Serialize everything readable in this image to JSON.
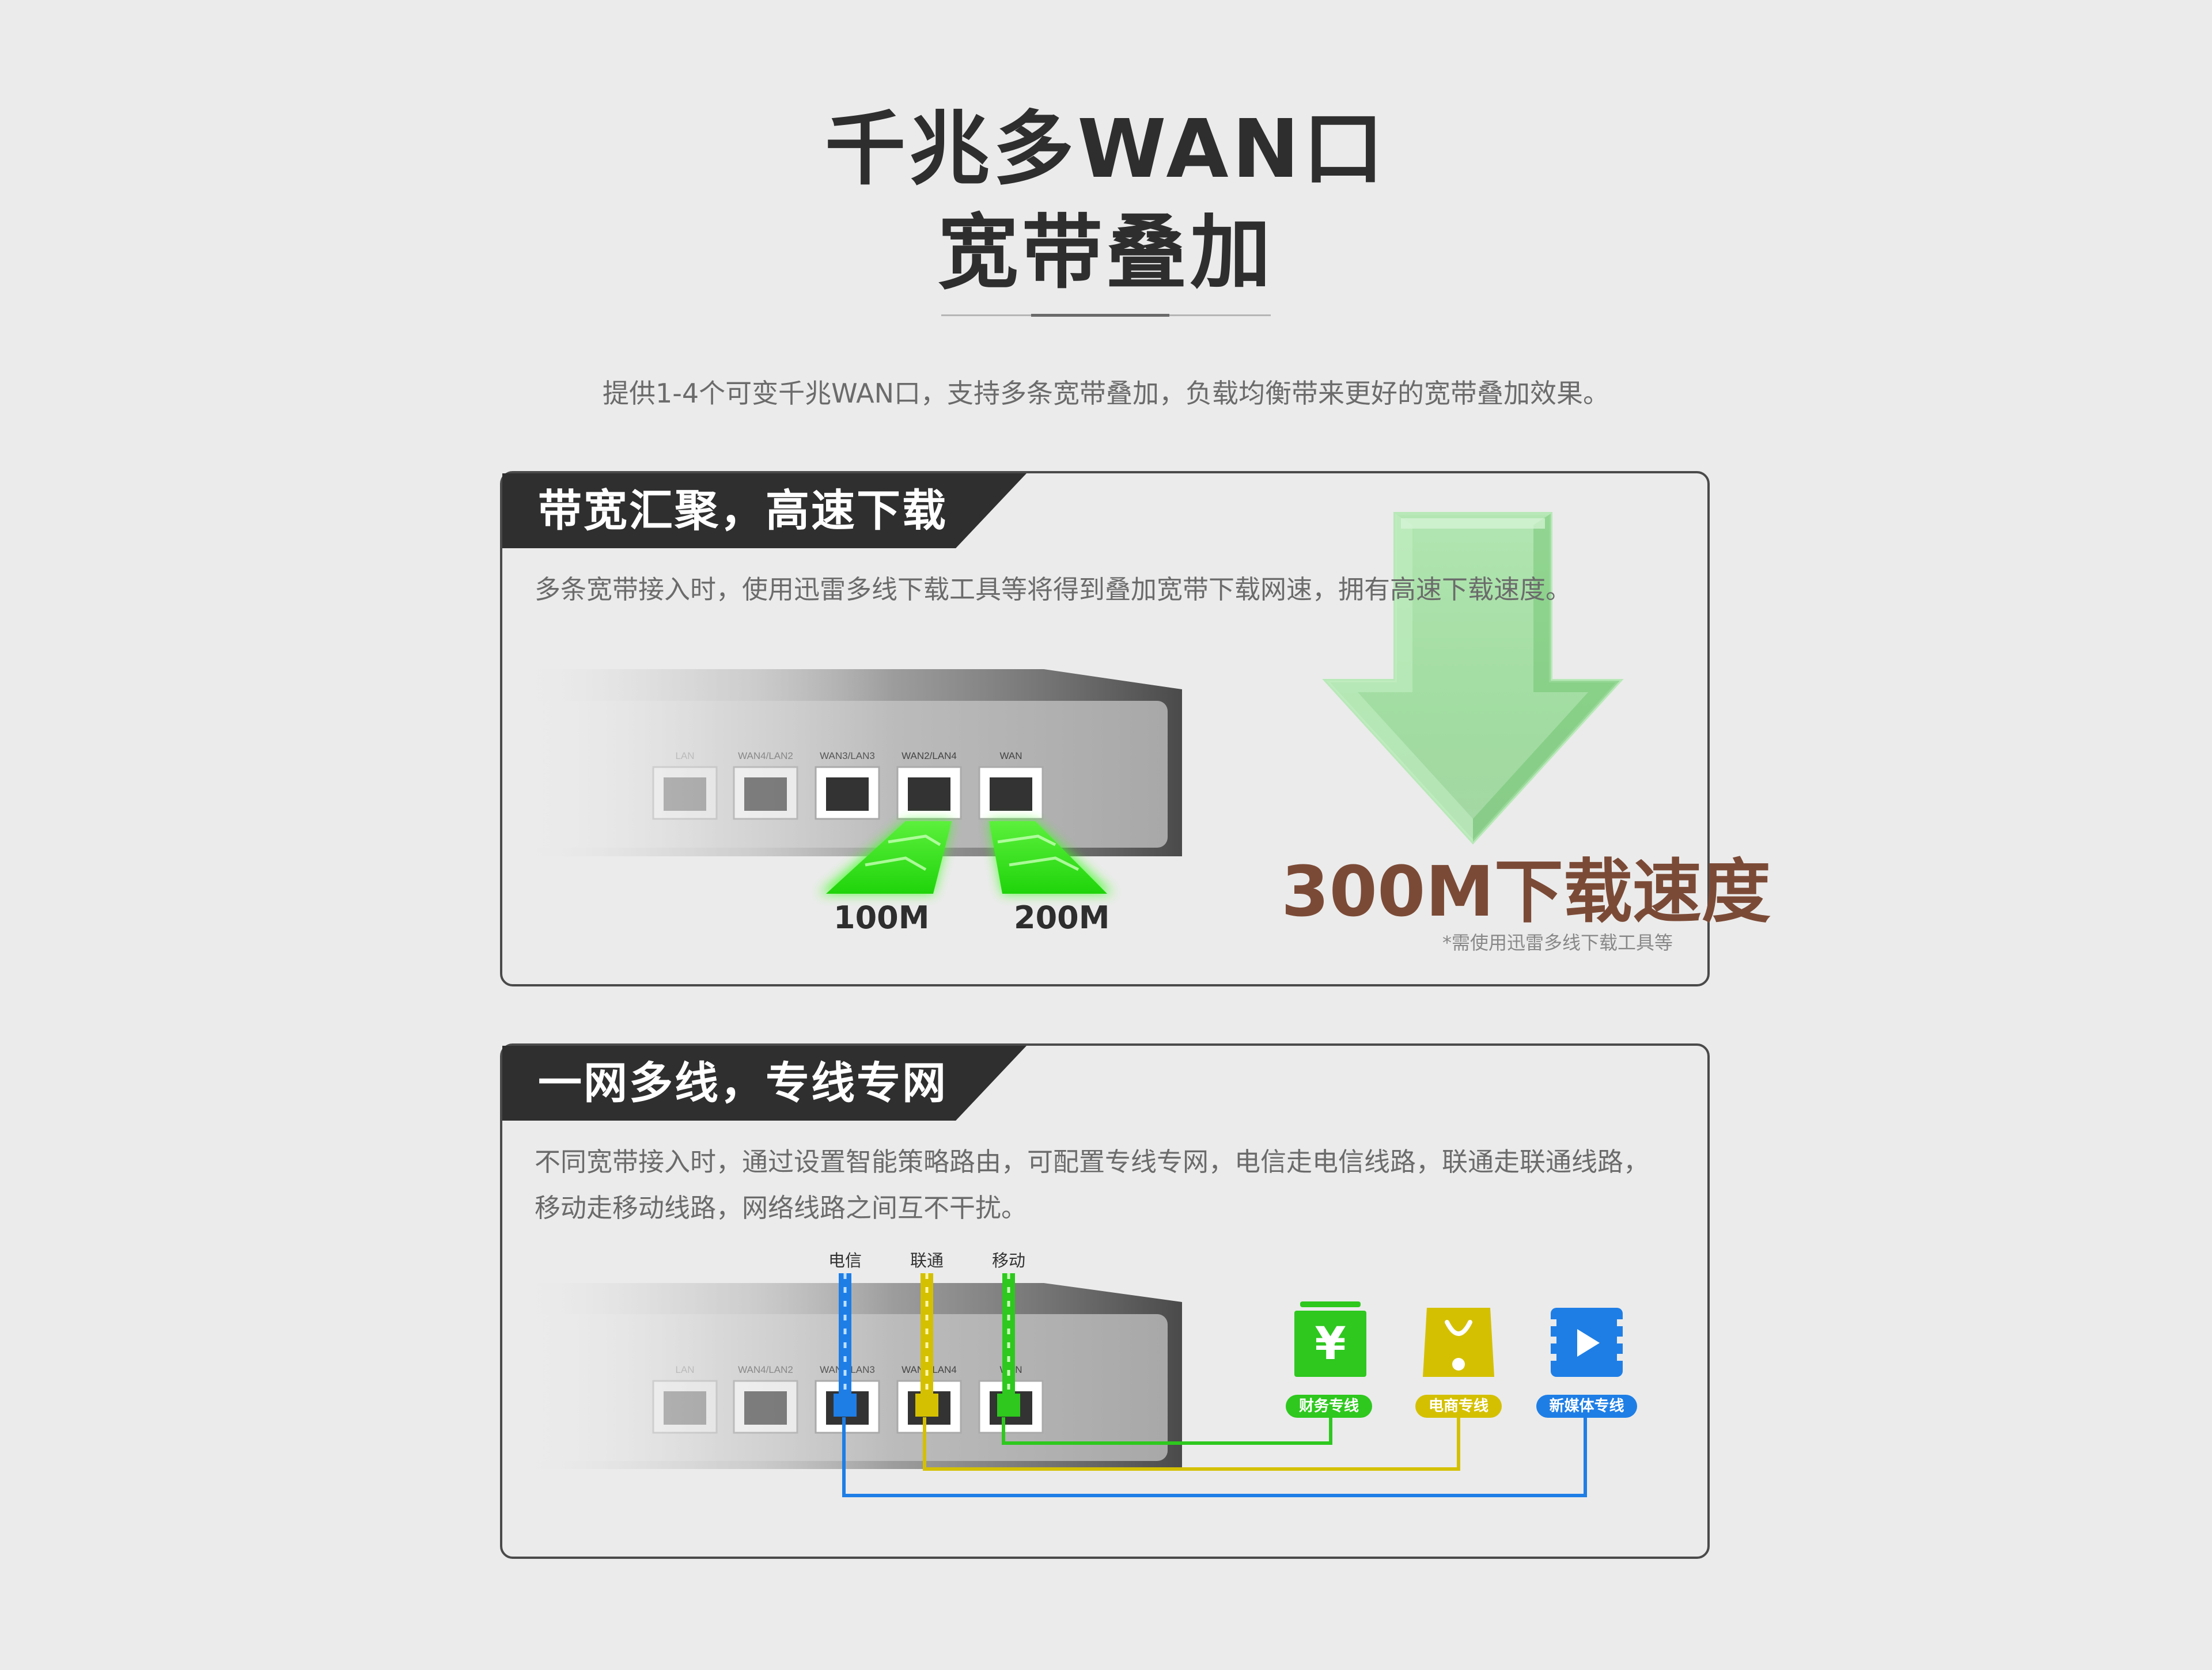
{
  "header": {
    "title_line1": "千兆多WAN口",
    "title_line2": "宽带叠加",
    "subtitle": "提供1-4个可变千兆WAN口，支持多条宽带叠加，负载均衡带来更好的宽带叠加效果。"
  },
  "panel1": {
    "tab": "带宽汇聚，高速下载",
    "description": "多条宽带接入时，使用迅雷多线下载工具等将得到叠加宽带下载网速，拥有高速下载速度。",
    "ports": [
      "LAN",
      "WAN4/LAN2",
      "WAN3/LAN3",
      "WAN2/LAN4",
      "WAN"
    ],
    "speed_a": "100M",
    "speed_b": "200M",
    "total_label": "300M下载速度",
    "total_note": "*需使用迅雷多线下载工具等",
    "colors": {
      "beam": "#32e61a",
      "arrow": "#8fdc8f",
      "total": "#7b4a36"
    }
  },
  "panel2": {
    "tab": "一网多线，专线专网",
    "description_line1": "不同宽带接入时，通过设置智能策略路由，可配置专线专网，电信走电信线路，联通走联通线路，",
    "description_line2": "移动走移动线路，网络线路之间互不干扰。",
    "ports": [
      "LAN",
      "WAN4/LAN2",
      "WAN3/LAN3",
      "WAN2/LAN4",
      "WAN"
    ],
    "isp_dianxin": "电信",
    "isp_liantong": "联通",
    "isp_yidong": "移动",
    "line_finance": "财务专线",
    "line_ecommerce": "电商专线",
    "line_newmedia": "新媒体专线",
    "finance_symbol": "¥",
    "colors": {
      "dianxin": "#1e7ee6",
      "liantong": "#d4c000",
      "yidong": "#2ec81e"
    }
  }
}
